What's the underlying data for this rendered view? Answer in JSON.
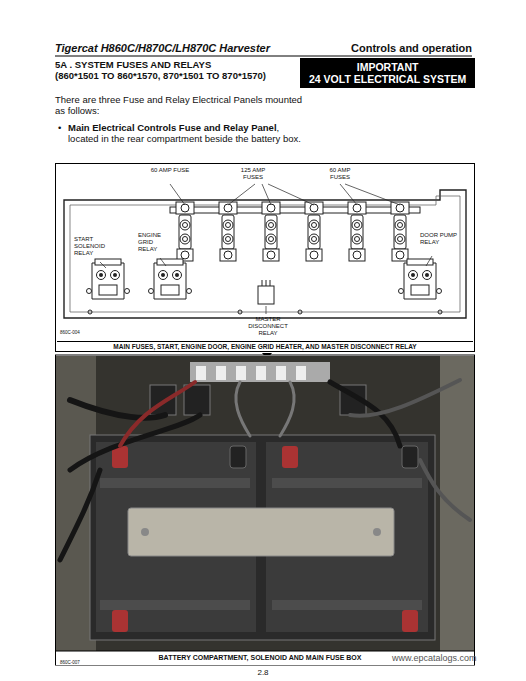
{
  "diagram": {
    "title": "Tigercat H860C/H870C/LH870C Harvester",
    "nodes": [
      {
        "text": [
          "IMPORTANT",
          "24 VOLT ELECTRICAL SYSTEM"
        ]
      }
    ],
    "labels": [
      "Controls and operation",
      "5A . SYSTEM FUSES AND RELAYS",
      "(860*1501 TO 860*1570, 870*1501 TO 870*1570)",
      "There are three Fuse and Relay Electrical Panels mounted as follows:",
      "•",
      "Main Electrical Controls Fuse and Relay Panel",
      ", located in the rear compartment beside the battery box.",
      "60 AMP FUSE",
      "125 AMP FUSES",
      "60 AMP FUSES",
      "START SOLENOID RELAY",
      "ENGINE GRID RELAY",
      "DOOR PUMP RELAY",
      "MASTER DISCONNECT RELAY",
      "860C-004",
      "MAIN FUSES, START, ENGINE DOOR, ENGINE GRID HEATER, AND MASTER DISCONNECT RELAY",
      "860C-007",
      "BATTERY COMPARTMENT, SOLENOID AND MAIN FUSE BOX",
      "2.8",
      "www.epcatalogs.com"
    ]
  }
}
